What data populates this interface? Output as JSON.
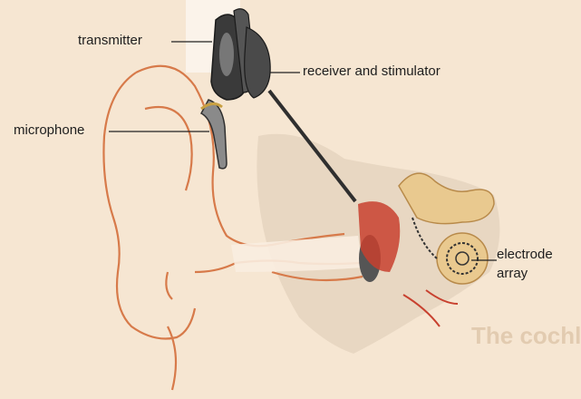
{
  "diagram": {
    "labels": {
      "transmitter": "transmitter",
      "receiver": "receiver and stimulator",
      "microphone": "microphone",
      "electrode_line1": "electrode",
      "electrode_line2": "array"
    },
    "background_text": {
      "heading": "The cochlea"
    }
  },
  "colors": {
    "page_background": "#f6e6d2",
    "ear_outline": "#d77a4a",
    "device_dark": "#3a3a3a",
    "bone_speckle": "#c9b49d",
    "cochlea_fill": "#e9c98f",
    "eardrum_red": "#c8412f"
  }
}
